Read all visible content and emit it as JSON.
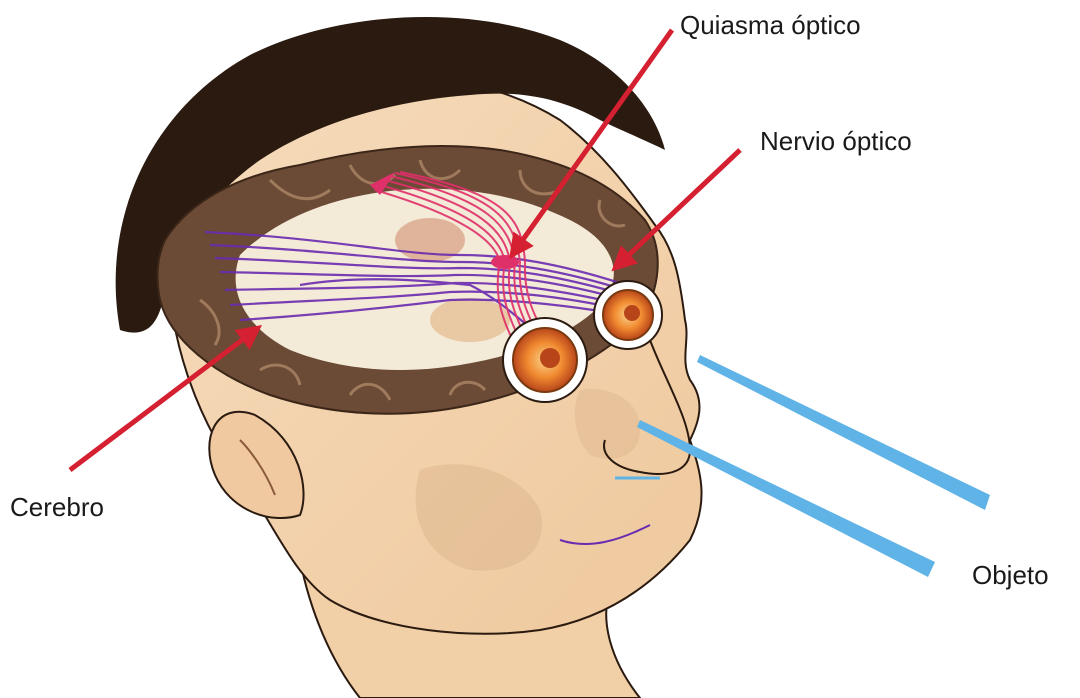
{
  "labels": {
    "optic_chiasm": "Quiasma óptico",
    "optic_nerve": "Nervio óptico",
    "brain": "Cerebro",
    "object": "Objeto"
  },
  "colors": {
    "background": "#ffffff",
    "skin": "#f3d2ad",
    "skin_shadow": "#d9b189",
    "hair": "#2a1a10",
    "brain_dark": "#6b4a36",
    "brain_light": "#f4ead8",
    "pointer_arrow": "#d42030",
    "nerve_red": "#e0306a",
    "nerve_purple": "#6a2bb0",
    "light_ray": "#5fb3e6",
    "eye_orange": "#f08a30"
  }
}
